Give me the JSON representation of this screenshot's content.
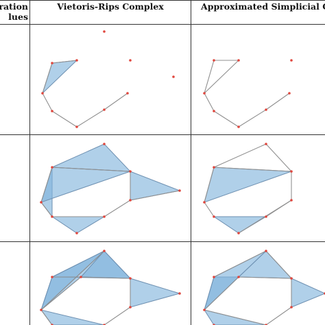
{
  "table": {
    "headers": {
      "filtration_values": [
        "ration",
        "lues"
      ],
      "vietoris_rips": "Vietoris-Rips Complex",
      "approximated": "Approximated Simplicial Comp"
    },
    "rows": [
      {
        "name": "row-1",
        "vr": {
          "vertices": [
            [
              152,
              46
            ],
            [
              76,
              92
            ],
            [
              112,
              88
            ],
            [
              190,
              88
            ],
            [
              253,
              112
            ],
            [
              62,
              136
            ],
            [
              186,
              136
            ],
            [
              76,
              162
            ],
            [
              152,
              160
            ],
            [
              112,
              185
            ]
          ],
          "edges": [
            [
              1,
              2
            ],
            [
              1,
              5
            ],
            [
              5,
              7
            ],
            [
              7,
              9
            ],
            [
              9,
              8
            ],
            [
              8,
              6
            ]
          ],
          "triangles": [
            [
              1,
              2,
              5
            ]
          ]
        },
        "asc": {
          "vertices": [
            [
              312,
              88
            ],
            [
              348,
              88
            ],
            [
              425,
              88
            ],
            [
              298,
              136
            ],
            [
              312,
              162
            ],
            [
              388,
              160
            ],
            [
              422,
              136
            ],
            [
              348,
              185
            ]
          ],
          "edges": [
            [
              0,
              1
            ],
            [
              0,
              3
            ],
            [
              1,
              3
            ],
            [
              3,
              4
            ],
            [
              4,
              7
            ],
            [
              7,
              5
            ],
            [
              5,
              6
            ]
          ],
          "triangles": []
        }
      },
      {
        "name": "row-2",
        "vr": {
          "vertices": [
            [
              152,
              210
            ],
            [
              76,
              244
            ],
            [
              190,
              250
            ],
            [
              262,
              278
            ],
            [
              60,
              295
            ],
            [
              190,
              292
            ],
            [
              76,
              316
            ],
            [
              152,
              316
            ],
            [
              112,
              340
            ]
          ],
          "edges": [
            [
              1,
              2
            ],
            [
              2,
              5
            ],
            [
              4,
              1
            ],
            [
              4,
              6
            ],
            [
              6,
              7
            ],
            [
              5,
              7
            ],
            [
              5,
              3
            ]
          ],
          "triangles": [
            [
              1,
              0,
              2
            ],
            [
              1,
              4,
              6
            ],
            [
              2,
              3,
              5
            ],
            [
              6,
              7,
              8
            ],
            [
              1,
              4,
              2
            ]
          ]
        },
        "asc": {
          "vertices": [
            [
              388,
              210
            ],
            [
              312,
              244
            ],
            [
              425,
              250
            ],
            [
              298,
              295
            ],
            [
              425,
              292
            ],
            [
              312,
              316
            ],
            [
              388,
              316
            ],
            [
              348,
              340
            ]
          ],
          "edges": [
            [
              1,
              0
            ],
            [
              0,
              2
            ],
            [
              2,
              4
            ],
            [
              1,
              2
            ],
            [
              4,
              6
            ],
            [
              3,
              5
            ],
            [
              1,
              3
            ],
            [
              4,
              7
            ]
          ],
          "triangles": [
            [
              1,
              3,
              2
            ],
            [
              5,
              6,
              7
            ]
          ]
        }
      },
      {
        "name": "row-3",
        "vr": {
          "vertices": [
            [
              152,
              366
            ],
            [
              76,
              404
            ],
            [
              118,
              404
            ],
            [
              190,
              406
            ],
            [
              262,
              428
            ],
            [
              60,
              452
            ],
            [
              190,
              448
            ],
            [
              76,
              474
            ],
            [
              152,
              474
            ]
          ],
          "edges": [
            [
              1,
              2
            ],
            [
              2,
              3
            ],
            [
              3,
              6
            ],
            [
              6,
              8
            ],
            [
              5,
              2
            ],
            [
              5,
              7
            ],
            [
              0,
              5
            ]
          ],
          "triangles": [
            [
              1,
              0,
              3
            ],
            [
              1,
              5,
              2
            ],
            [
              2,
              0,
              3
            ],
            [
              3,
              4,
              6
            ],
            [
              5,
              7,
              8
            ],
            [
              1,
              5,
              0
            ]
          ]
        },
        "asc": {
          "vertices": [
            [
              388,
              366
            ],
            [
              312,
              404
            ],
            [
              348,
              404
            ],
            [
              425,
              406
            ],
            [
              474,
              428
            ],
            [
              298,
              452
            ],
            [
              425,
              448
            ],
            [
              312,
              474
            ],
            [
              388,
              474
            ]
          ],
          "edges": [
            [
              1,
              0
            ],
            [
              0,
              3
            ],
            [
              3,
              6
            ],
            [
              6,
              8
            ],
            [
              5,
              8
            ],
            [
              5,
              2
            ],
            [
              2,
              3
            ]
          ],
          "triangles": [
            [
              1,
              5,
              2
            ],
            [
              2,
              0,
              3
            ],
            [
              3,
              4,
              6
            ],
            [
              5,
              7,
              8
            ],
            [
              1,
              5,
              0
            ]
          ]
        }
      }
    ]
  },
  "colors": {
    "triangle_fill": "#7fb3dc",
    "edge": "#8f8f8f",
    "vertex": "#e0463d",
    "grid": "#333333"
  }
}
